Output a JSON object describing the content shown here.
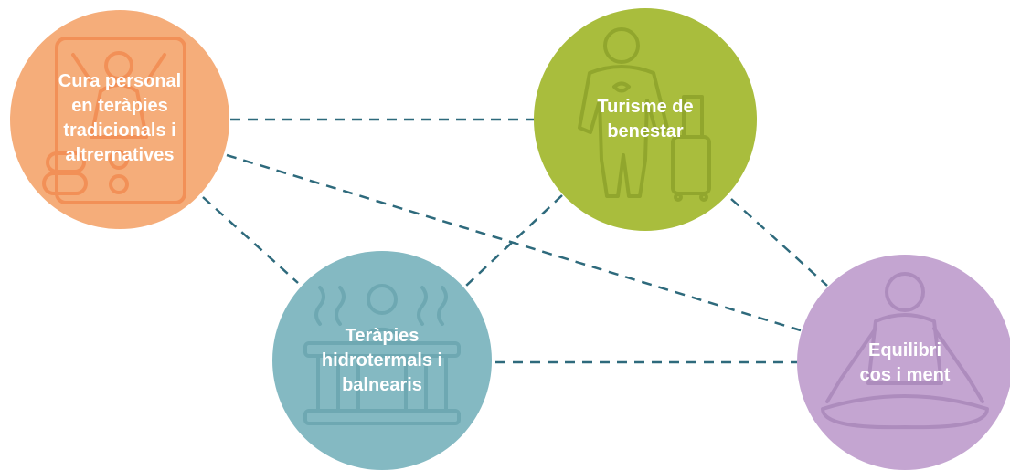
{
  "nodes": [
    {
      "id": "cura",
      "label_lines": [
        "Cura personal",
        "en teràpies",
        "tradicionals i",
        "altrernatives"
      ],
      "color": "#f5ad7a",
      "icon": "massage-therapy-icon"
    },
    {
      "id": "turisme",
      "label_lines": [
        "Turisme de",
        "benestar"
      ],
      "color": "#a9bd3d",
      "icon": "traveler-with-suitcase-icon"
    },
    {
      "id": "hidro",
      "label_lines": [
        "Teràpies",
        "hidrotermals i",
        "balnearis"
      ],
      "color": "#84b9c2",
      "icon": "sauna-bath-icon"
    },
    {
      "id": "equilibri",
      "label_lines": [
        "Equilibri",
        "cos i ment"
      ],
      "color": "#c4a5d1",
      "icon": "meditation-icon"
    }
  ],
  "connections": [
    [
      "cura",
      "turisme"
    ],
    [
      "cura",
      "hidro"
    ],
    [
      "cura",
      "equilibri"
    ],
    [
      "turisme",
      "hidro"
    ],
    [
      "turisme",
      "equilibri"
    ],
    [
      "hidro",
      "equilibri"
    ]
  ],
  "connector_color": "#2e6a7c"
}
